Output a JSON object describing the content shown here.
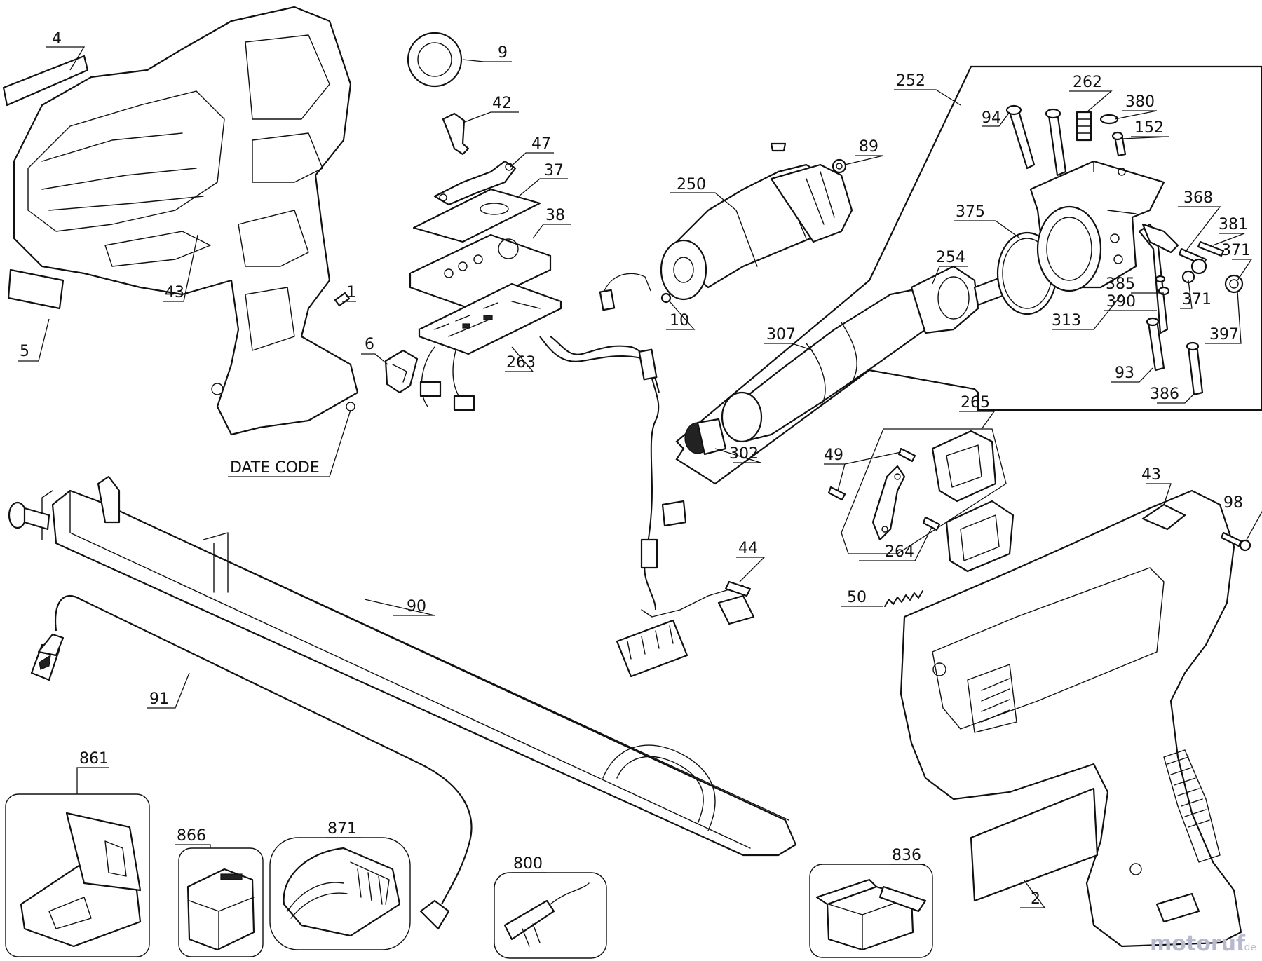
{
  "labels": {
    "l4": "4",
    "l5": "5",
    "l43a": "43",
    "l1": "1",
    "l6": "6",
    "date_code": "DATE CODE",
    "l9": "9",
    "l42": "42",
    "l47": "47",
    "l37": "37",
    "l38": "38",
    "l263": "263",
    "l10": "10",
    "l250": "250",
    "l89": "89",
    "l252": "252",
    "l94": "94",
    "l262": "262",
    "l380": "380",
    "l152": "152",
    "l375": "375",
    "l254": "254",
    "l368": "368",
    "l381": "381",
    "l371a": "371",
    "l385": "385",
    "l390": "390",
    "l371b": "371",
    "l313": "313",
    "l397": "397",
    "l307": "307",
    "l93": "93",
    "l386": "386",
    "l302": "302",
    "l265": "265",
    "l49": "49",
    "l264": "264",
    "l43b": "43",
    "l98": "98",
    "l44": "44",
    "l50": "50",
    "l90": "90",
    "l91": "91",
    "l861": "861",
    "l866": "866",
    "l871": "871",
    "l800": "800",
    "l836": "836",
    "l2": "2"
  },
  "watermark": {
    "brand": "motoruf",
    "suffix": ".de"
  },
  "icons": [
    "tool-housing-left-icon",
    "tool-housing-right-icon",
    "motor-icon",
    "gear-cylinder-icon",
    "circuit-board-icon",
    "usb-cable-icon",
    "carrying-case-icon",
    "battery-icon",
    "charger-icon",
    "grease-nozzle-icon",
    "toolbox-icon"
  ]
}
